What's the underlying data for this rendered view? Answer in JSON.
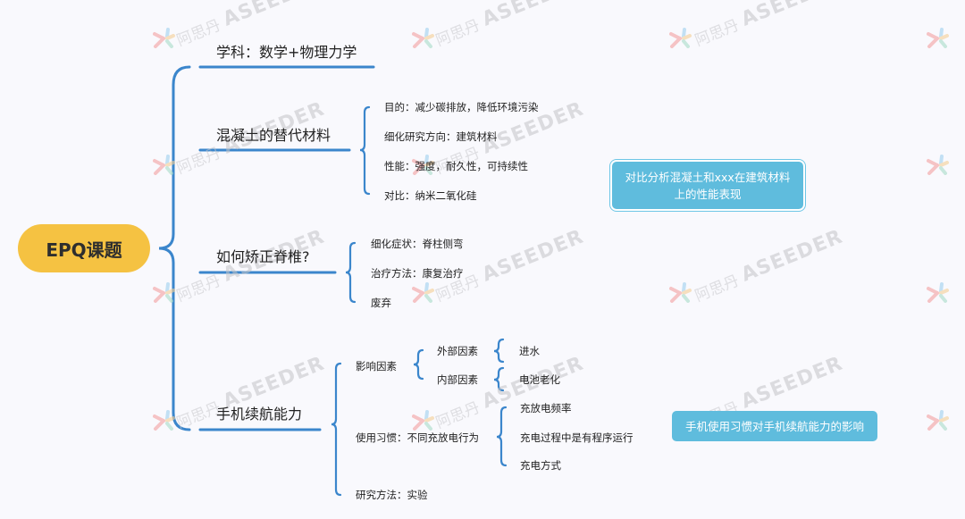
{
  "root": {
    "label": "EPQ课题",
    "color": "#f5c242"
  },
  "branches": [
    {
      "label": "学科：数学+物理力学"
    },
    {
      "label": "混凝土的替代材料",
      "children": [
        "目的：减少碳排放，降低环境污染",
        "细化研究方向：建筑材料",
        "性能：强度，耐久性，可持续性",
        "对比：纳米二氧化硅"
      ],
      "note": "对比分析混凝土和xxx在建筑材料上的性能表现"
    },
    {
      "label": "如何矫正脊椎?",
      "children": [
        "细化症状：脊柱侧弯",
        "治疗方法：康复治疗",
        "废弃"
      ]
    },
    {
      "label": "手机续航能力",
      "children": [
        {
          "label": "影响因素",
          "children": [
            {
              "label": "外部因素",
              "children": [
                "进水"
              ]
            },
            {
              "label": "内部因素",
              "children": [
                "电池老化"
              ]
            }
          ]
        },
        {
          "label": "使用习惯：不同充放电行为",
          "children": [
            "充放电频率",
            "充电过程中是有程序运行",
            "充电方式"
          ]
        },
        {
          "label": "研究方法：实验"
        }
      ],
      "note": "手机使用习惯对手机续航能力的影响"
    }
  ],
  "colors": {
    "line": "#3b86cc",
    "note_bg": "#5fbcdd"
  },
  "watermark": {
    "cn": "阿思丹",
    "en": "ASEEDER"
  }
}
